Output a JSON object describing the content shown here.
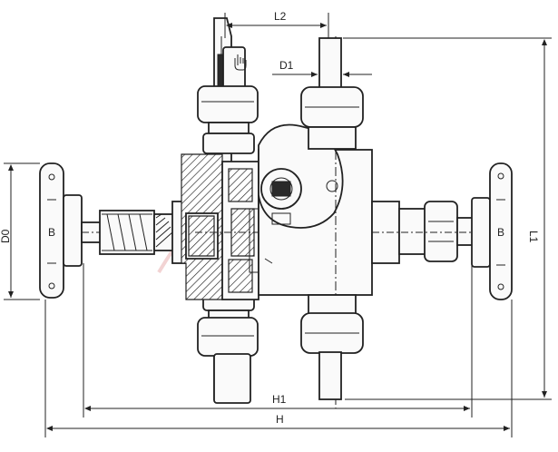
{
  "dimensions": {
    "l2": "L2",
    "d1": "D1",
    "d0": "D0",
    "l1": "L1",
    "h1": "H1",
    "h": "H"
  },
  "annotations": {
    "handwheel_marks": "B"
  },
  "colors": {
    "ink": "#222222",
    "watermark": "#e8b0b0"
  }
}
